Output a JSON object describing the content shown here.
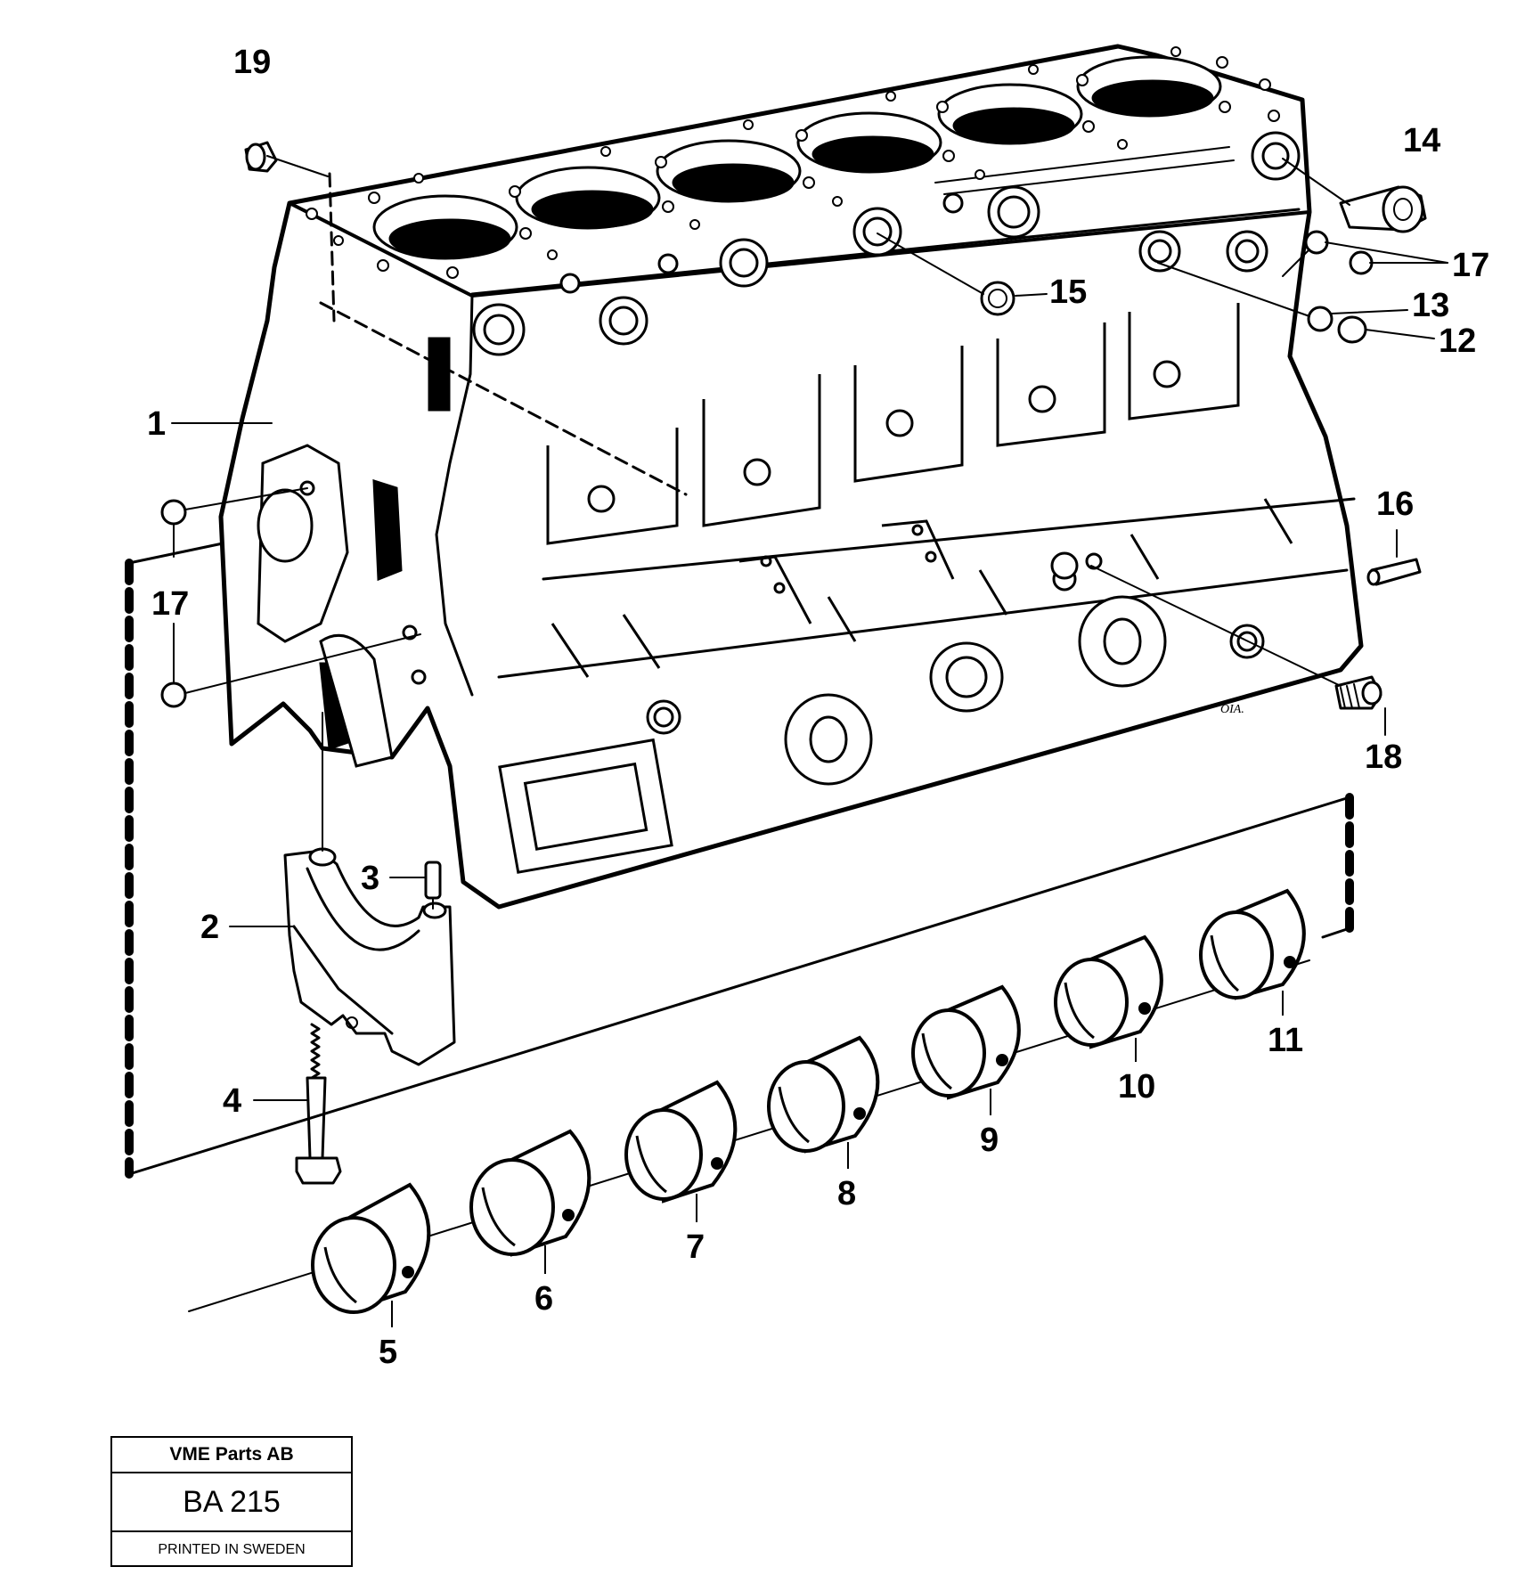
{
  "title_block": {
    "company": "VME Parts AB",
    "code": "BA 215",
    "printed": "PRINTED IN SWEDEN"
  },
  "engraving": "OIA.",
  "part_labels": {
    "p1": "1",
    "p2": "2",
    "p3": "3",
    "p4": "4",
    "p5": "5",
    "p6": "6",
    "p7": "7",
    "p8": "8",
    "p9": "9",
    "p10": "10",
    "p11": "11",
    "p12": "12",
    "p13": "13",
    "p14": "14",
    "p15": "15",
    "p16": "16",
    "p17_right": "17",
    "p17_left": "17",
    "p18": "18",
    "p19": "19"
  }
}
